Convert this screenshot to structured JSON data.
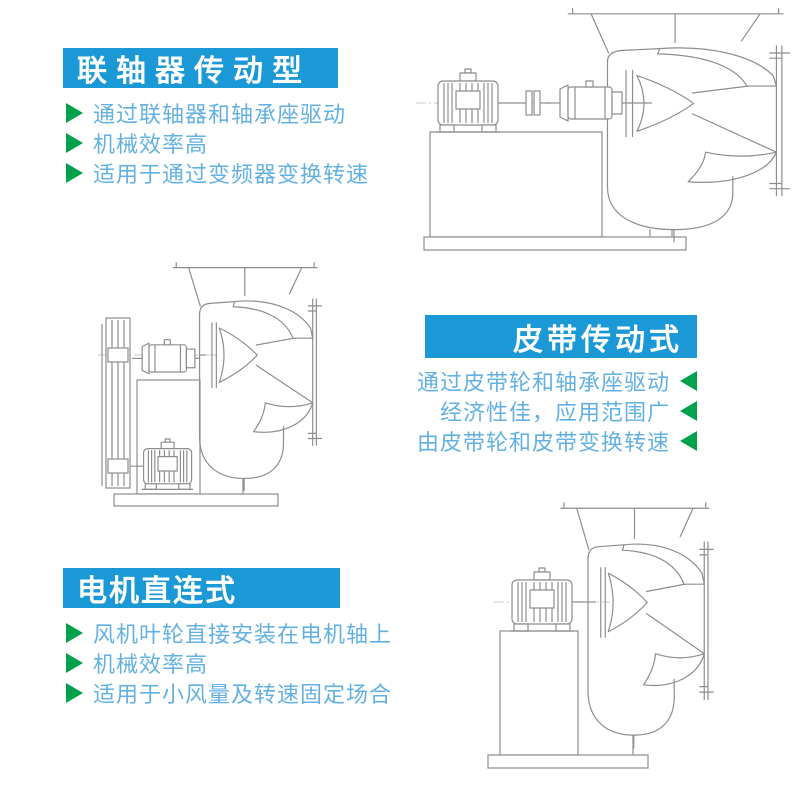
{
  "page": {
    "background": "#ffffff"
  },
  "colors": {
    "banner_blue": "#1b98d6",
    "banner_text_white": "#ffffff",
    "bullet_text_blue": "#63b1e2",
    "arrow_green": "#00a14b",
    "drawing_line_gray": "#8e8e8e"
  },
  "icons": {
    "left_sections_bullet": "arrow-right-icon",
    "right_section_bullet": "arrow-left-icon"
  },
  "sections": [
    {
      "title": "联轴器传动型",
      "bullets": [
        "通过联轴器和轴承座驱动",
        "机械效率高",
        "适用于通过变频器变换转速"
      ]
    },
    {
      "title": "皮带传动式",
      "bullets": [
        "通过皮带轮和轴承座驱动",
        "经济性佳，应用范围广",
        "由皮带轮和皮带变换转速"
      ]
    },
    {
      "title": "电机直连式",
      "bullets": [
        "风机叶轮直接安装在电机轴上",
        "机械效率高",
        "适用于小风量及转速固定场合"
      ]
    }
  ]
}
